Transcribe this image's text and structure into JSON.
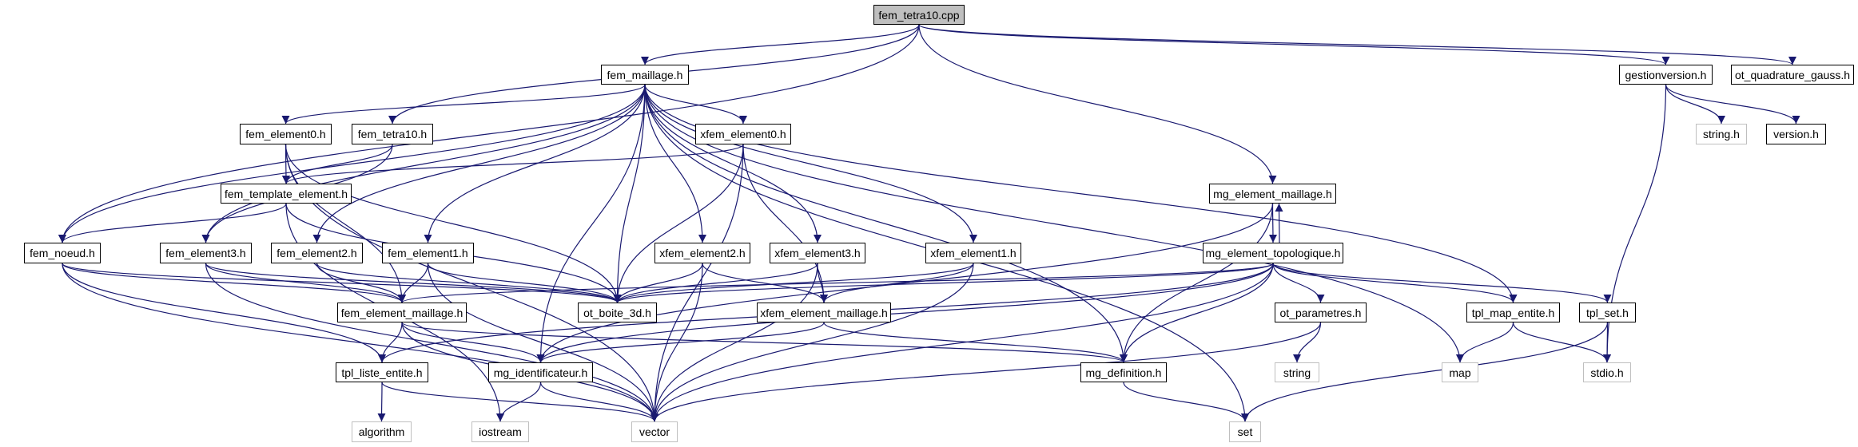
{
  "colors": {
    "edge": "#191970",
    "node_border": "#000000",
    "system_border": "#bfbfbf",
    "root_fill": "#bfbfbf"
  },
  "nodes": {
    "cpp": {
      "label": "fem_tetra10.cpp",
      "kind": "root"
    },
    "fem_maillage": {
      "label": "fem_maillage.h"
    },
    "gestionversion": {
      "label": "gestionversion.h"
    },
    "ot_quadrature_gauss": {
      "label": "ot_quadrature_gauss.h"
    },
    "fem_element0": {
      "label": "fem_element0.h"
    },
    "fem_tetra10": {
      "label": "fem_tetra10.h"
    },
    "xfem_element0": {
      "label": "xfem_element0.h"
    },
    "string_h": {
      "label": "string.h",
      "kind": "system"
    },
    "version": {
      "label": "version.h"
    },
    "fem_template_element": {
      "label": "fem_template_element.h"
    },
    "mg_element_maillage": {
      "label": "mg_element_maillage.h"
    },
    "fem_noeud": {
      "label": "fem_noeud.h"
    },
    "fem_element3": {
      "label": "fem_element3.h"
    },
    "fem_element2": {
      "label": "fem_element2.h"
    },
    "fem_element1": {
      "label": "fem_element1.h"
    },
    "xfem_element2": {
      "label": "xfem_element2.h"
    },
    "xfem_element3": {
      "label": "xfem_element3.h"
    },
    "xfem_element1": {
      "label": "xfem_element1.h"
    },
    "mg_element_topologique": {
      "label": "mg_element_topologique.h"
    },
    "fem_element_maillage": {
      "label": "fem_element_maillage.h"
    },
    "ot_boite_3d": {
      "label": "ot_boite_3d.h"
    },
    "xfem_element_maillage": {
      "label": "xfem_element_maillage.h"
    },
    "ot_parametres": {
      "label": "ot_parametres.h"
    },
    "tpl_map_entite": {
      "label": "tpl_map_entite.h"
    },
    "tpl_set": {
      "label": "tpl_set.h"
    },
    "tpl_liste_entite": {
      "label": "tpl_liste_entite.h"
    },
    "mg_identificateur": {
      "label": "mg_identificateur.h"
    },
    "mg_definition": {
      "label": "mg_definition.h"
    },
    "string": {
      "label": "string",
      "kind": "system"
    },
    "map": {
      "label": "map",
      "kind": "system"
    },
    "stdio": {
      "label": "stdio.h",
      "kind": "system"
    },
    "algorithm": {
      "label": "algorithm",
      "kind": "system"
    },
    "iostream": {
      "label": "iostream",
      "kind": "system"
    },
    "vector": {
      "label": "vector",
      "kind": "system"
    },
    "set": {
      "label": "set",
      "kind": "system"
    }
  },
  "edges": [
    [
      "cpp",
      "fem_maillage"
    ],
    [
      "cpp",
      "fem_tetra10"
    ],
    [
      "cpp",
      "fem_noeud"
    ],
    [
      "cpp",
      "mg_element_maillage"
    ],
    [
      "cpp",
      "gestionversion"
    ],
    [
      "cpp",
      "ot_quadrature_gauss"
    ],
    [
      "fem_maillage",
      "fem_element0"
    ],
    [
      "fem_maillage",
      "fem_noeud"
    ],
    [
      "fem_maillage",
      "fem_element3"
    ],
    [
      "fem_maillage",
      "fem_element2"
    ],
    [
      "fem_maillage",
      "fem_element1"
    ],
    [
      "fem_maillage",
      "xfem_element0"
    ],
    [
      "fem_maillage",
      "xfem_element2"
    ],
    [
      "fem_maillage",
      "xfem_element3"
    ],
    [
      "fem_maillage",
      "xfem_element1"
    ],
    [
      "fem_maillage",
      "ot_boite_3d"
    ],
    [
      "fem_maillage",
      "mg_definition"
    ],
    [
      "fem_maillage",
      "set"
    ],
    [
      "fem_maillage",
      "map"
    ],
    [
      "fem_maillage",
      "tpl_map_entite"
    ],
    [
      "fem_maillage",
      "mg_identificateur"
    ],
    [
      "fem_element0",
      "fem_template_element"
    ],
    [
      "fem_element0",
      "fem_element_maillage"
    ],
    [
      "fem_element0",
      "ot_boite_3d"
    ],
    [
      "fem_element0",
      "vector"
    ],
    [
      "fem_tetra10",
      "fem_template_element"
    ],
    [
      "fem_tetra10",
      "fem_element3"
    ],
    [
      "fem_template_element",
      "fem_noeud"
    ],
    [
      "fem_template_element",
      "ot_boite_3d"
    ],
    [
      "fem_template_element",
      "iostream"
    ],
    [
      "xfem_element0",
      "fem_template_element"
    ],
    [
      "xfem_element0",
      "ot_boite_3d"
    ],
    [
      "xfem_element0",
      "xfem_element_maillage"
    ],
    [
      "xfem_element0",
      "vector"
    ],
    [
      "fem_noeud",
      "fem_element_maillage"
    ],
    [
      "fem_noeud",
      "ot_boite_3d"
    ],
    [
      "fem_noeud",
      "tpl_liste_entite"
    ],
    [
      "fem_noeud",
      "vector"
    ],
    [
      "fem_element3",
      "fem_element_maillage"
    ],
    [
      "fem_element3",
      "ot_boite_3d"
    ],
    [
      "fem_element3",
      "vector"
    ],
    [
      "fem_element2",
      "fem_element_maillage"
    ],
    [
      "fem_element2",
      "ot_boite_3d"
    ],
    [
      "fem_element1",
      "fem_element_maillage"
    ],
    [
      "fem_element1",
      "ot_boite_3d"
    ],
    [
      "fem_element1",
      "vector"
    ],
    [
      "xfem_element2",
      "ot_boite_3d"
    ],
    [
      "xfem_element2",
      "xfem_element_maillage"
    ],
    [
      "xfem_element2",
      "vector"
    ],
    [
      "xfem_element3",
      "ot_boite_3d"
    ],
    [
      "xfem_element3",
      "xfem_element_maillage"
    ],
    [
      "xfem_element3",
      "vector"
    ],
    [
      "xfem_element1",
      "ot_boite_3d"
    ],
    [
      "xfem_element1",
      "xfem_element_maillage"
    ],
    [
      "xfem_element1",
      "vector"
    ],
    [
      "fem_element_maillage",
      "tpl_liste_entite"
    ],
    [
      "fem_element_maillage",
      "mg_identificateur"
    ],
    [
      "fem_element_maillage",
      "vector"
    ],
    [
      "fem_element_maillage",
      "mg_definition"
    ],
    [
      "xfem_element_maillage",
      "mg_identificateur"
    ],
    [
      "xfem_element_maillage",
      "mg_definition"
    ],
    [
      "mg_element_maillage",
      "mg_element_topologique"
    ],
    [
      "mg_element_maillage",
      "mg_identificateur"
    ],
    [
      "mg_element_maillage",
      "mg_definition"
    ],
    [
      "mg_element_topologique",
      "mg_element_maillage"
    ],
    [
      "mg_element_topologique",
      "ot_boite_3d"
    ],
    [
      "mg_element_topologique",
      "fem_element_maillage"
    ],
    [
      "mg_element_topologique",
      "tpl_liste_entite"
    ],
    [
      "mg_element_topologique",
      "mg_identificateur"
    ],
    [
      "mg_element_topologique",
      "mg_definition"
    ],
    [
      "mg_element_topologique",
      "ot_parametres"
    ],
    [
      "mg_element_topologique",
      "tpl_map_entite"
    ],
    [
      "mg_element_topologique",
      "tpl_set"
    ],
    [
      "mg_element_topologique",
      "vector"
    ],
    [
      "tpl_liste_entite",
      "algorithm"
    ],
    [
      "tpl_liste_entite",
      "vector"
    ],
    [
      "mg_identificateur",
      "iostream"
    ],
    [
      "mg_identificateur",
      "vector"
    ],
    [
      "mg_definition",
      "set"
    ],
    [
      "ot_parametres",
      "string"
    ],
    [
      "ot_parametres",
      "vector"
    ],
    [
      "tpl_map_entite",
      "map"
    ],
    [
      "tpl_map_entite",
      "stdio"
    ],
    [
      "tpl_set",
      "stdio"
    ],
    [
      "tpl_set",
      "set"
    ],
    [
      "gestionversion",
      "string_h"
    ],
    [
      "gestionversion",
      "version"
    ],
    [
      "gestionversion",
      "stdio"
    ]
  ]
}
